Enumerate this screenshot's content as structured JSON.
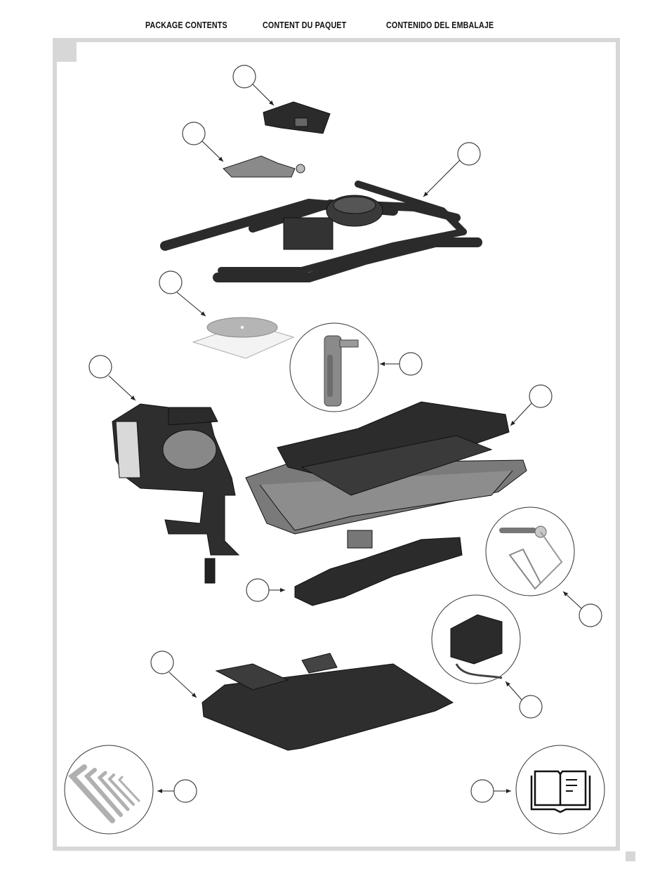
{
  "header": {
    "title_en": "PACKAGE CONTENTS",
    "title_fr": "CONTENT DU PAQUET",
    "title_es": "CONTENIDO DEL EMBALAJE"
  },
  "parts": [
    {
      "id": "bracket",
      "icon": "bracket-icon"
    },
    {
      "id": "miter-guide",
      "icon": "miter-guide-icon"
    },
    {
      "id": "stand-frame",
      "icon": "stand-frame-icon"
    },
    {
      "id": "diamond-blade",
      "icon": "blade-icon"
    },
    {
      "id": "blade-wrench",
      "icon": "wrench-icon"
    },
    {
      "id": "saw-head",
      "icon": "saw-motor-icon"
    },
    {
      "id": "sliding-table",
      "icon": "sliding-table-icon"
    },
    {
      "id": "water-tray-extension",
      "icon": "tray-extension-icon"
    },
    {
      "id": "rod-and-clip",
      "icon": "rod-clip-icon"
    },
    {
      "id": "water-pump",
      "icon": "pump-icon"
    },
    {
      "id": "water-tray",
      "icon": "water-tray-icon"
    },
    {
      "id": "hex-keys",
      "icon": "hex-key-icon"
    },
    {
      "id": "manual",
      "icon": "manual-book-icon"
    }
  ],
  "colors": {
    "frame": "#d7d7d7",
    "part_dark": "#2b2b2b",
    "part_mid": "#555555",
    "callout": "#333333"
  }
}
